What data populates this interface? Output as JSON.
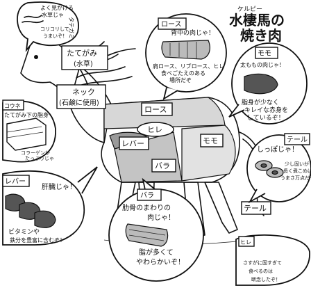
{
  "title": {
    "line1": "水棲馬の",
    "line2": "焼き肉",
    "ruby": "ケルピー"
  },
  "labels": {
    "tategami": "たてがみ",
    "tategami_sub": "(水草)",
    "neck": "ネック",
    "neck_sub": "(石鹸に使用)",
    "loin": "ロース",
    "fillet_body": "ヒレ",
    "liver_body": "レバー",
    "belly_body": "バラ",
    "thigh_body": "モモ",
    "tail_body": "テール",
    "fillet_panel": "ヒレ",
    "koukei": "コウネ",
    "liver_panel": "レバー",
    "belly_panel": "バラ",
    "loin_panel": "ロース",
    "thigh_panel": "モモ",
    "tail_panel": "テール",
    "tategami_panel": "タテガミ"
  },
  "notes": {
    "tategami_1": "よく見かける",
    "tategami_2": "水草じゃ",
    "tategami_3": "コリコリして",
    "tategami_4": "うまいぞ！",
    "loin_1": "背中の肉じゃ！",
    "loin_2": "肩ロース、リブロース、ヒレ",
    "loin_3": "食べごたえのある",
    "loin_4": "場所だぞ",
    "thigh_1": "太ももの肉じゃ！",
    "thigh_2": "脂身が少なく",
    "thigh_3": "キレイな赤身を",
    "thigh_4": "しているぞ！",
    "koukei_1": "たてがみ下の脂身",
    "koukei_2": "コラーゲンが",
    "koukei_3": "たっぷりじゃ",
    "liver_1": "肝臓じゃ！",
    "liver_2": "ビタミンや",
    "liver_3": "鉄分を豊富に含むぞ！",
    "tail_1": "しっぽじゃ！",
    "tail_2": "少し固いが",
    "tail_3": "長く煮こめば",
    "tail_4": "うまさ万点だぞ",
    "belly_1": "肋骨のまわりの",
    "belly_2": "肉じゃ！",
    "belly_3": "脂が多くて",
    "belly_4": "やわらかいぞ！",
    "fillet_1": "さすがに固すぎて",
    "fillet_2": "食べるのは",
    "fillet_3": "断念したぞ！"
  }
}
